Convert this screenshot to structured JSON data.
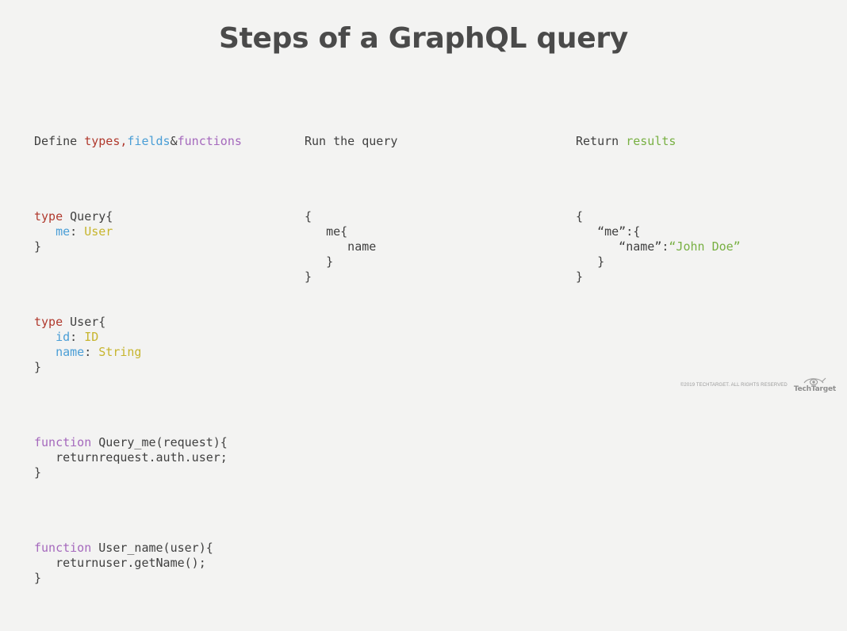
{
  "slide": {
    "title": "Steps of a GraphQL query",
    "background_color": "#f3f3f2",
    "title_color": "#4a4a4a"
  },
  "palette": {
    "plain": "#404040",
    "keyword_red": "#b03a2e",
    "field_blue": "#4a9ed6",
    "type_gold": "#c7b52e",
    "function_purple": "#a569bd",
    "string_green": "#78b043"
  },
  "columns": {
    "define": {
      "heading": {
        "part1": "Define ",
        "types": "types",
        "comma": ",",
        "fields": "fields",
        "amp": "&",
        "functions": "functions"
      },
      "block_query": {
        "l1_kw": "type",
        "l1_rest": " Query{",
        "l2_indent": "   ",
        "l2_field": "me",
        "l2_colon": ": ",
        "l2_type": "User",
        "l3": "}"
      },
      "block_user": {
        "l1_kw": "type",
        "l1_rest": " User{",
        "l2_indent": "   ",
        "l2_field": "id",
        "l2_colon": ": ",
        "l2_type": "ID",
        "l3_indent": "   ",
        "l3_field": "name",
        "l3_colon": ": ",
        "l3_type": "String",
        "l4": "}"
      },
      "block_fn_query_me": {
        "l1_kw": "function",
        "l1_rest": " Query_me(request){",
        "l2": "   returnrequest.auth.user;",
        "l3": "}"
      },
      "block_fn_user_name": {
        "l1_kw": "function",
        "l1_rest": " User_name(user){",
        "l2": "   returnuser.getName();",
        "l3": "}"
      }
    },
    "run": {
      "heading": "Run the query",
      "lines": [
        "{",
        "   me{",
        "      name",
        "   }",
        "}"
      ]
    },
    "return": {
      "heading_plain": "Return ",
      "heading_accent": "results",
      "l1": "{",
      "l2": "   “me”:{",
      "l3_indent": "      “name”:",
      "l3_value": "“John Doe”",
      "l4": "   }",
      "l5": "}"
    }
  },
  "footer": {
    "copyright": "©2019 TECHTARGET. ALL RIGHTS RESERVED",
    "brand_name": "TechTarget",
    "brand_icon": "eye-icon"
  }
}
